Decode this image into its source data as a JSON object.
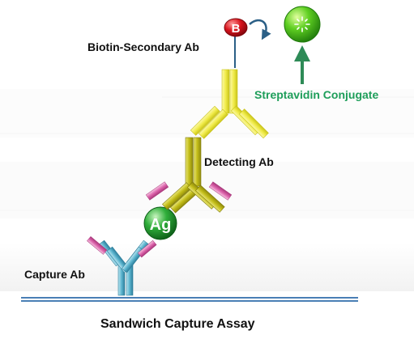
{
  "labels": {
    "biotin_secondary_ab": "Biotin-Secondary Ab",
    "streptavidin_conjugate": "Streptavidin Conjugate",
    "detecting_ab": "Detecting Ab",
    "capture_ab": "Capture Ab",
    "title": "Sandwich Capture Assay"
  },
  "badges": {
    "biotin": "B",
    "antigen": "Ag"
  },
  "colors": {
    "label_text": "#111111",
    "streptavidin_label": "#1e9e5a",
    "arrow_green": "#2e8b57",
    "arrow_blue": "#2b5f86",
    "secondary_ab": "#f2ee58",
    "detecting_ab": "#c9c41c",
    "detecting_ab_light_chain": "#e06fb0",
    "capture_ab": "#5fb6cf",
    "capture_ab_light_chain": "#e06fb0",
    "antigen": "#1a9a2e",
    "biotin": "#d0121b",
    "streptavidin": "#3fbf22",
    "surface": "#4a7fb5"
  },
  "icons": {
    "streptavidin": "streptavidin-sphere-icon",
    "biotin": "biotin-badge-icon",
    "antigen": "antigen-sphere-icon"
  }
}
